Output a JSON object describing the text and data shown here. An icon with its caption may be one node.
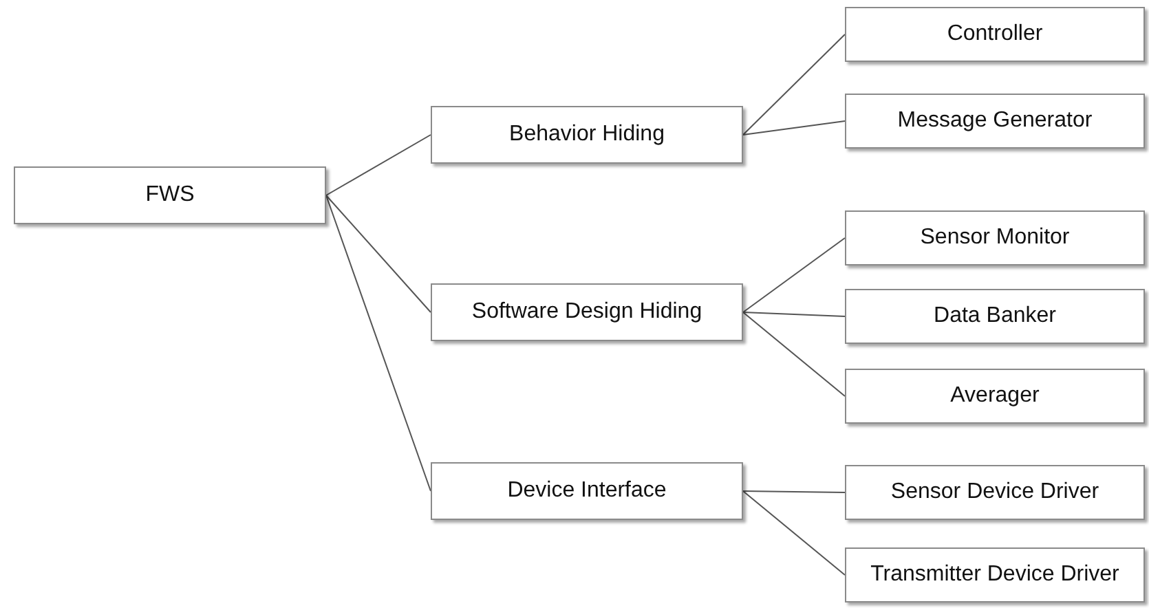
{
  "diagram": {
    "nodes": [
      {
        "text": [
          "FWS"
        ]
      },
      {
        "text": [
          "Behavior Hiding"
        ]
      },
      {
        "text": [
          "Software Design Hiding"
        ]
      },
      {
        "text": [
          "Device Interface"
        ]
      },
      {
        "text": [
          "Controller"
        ]
      },
      {
        "text": [
          "Message Generator"
        ]
      },
      {
        "text": [
          "Sensor Monitor"
        ]
      },
      {
        "text": [
          "Data Banker"
        ]
      },
      {
        "text": [
          "Averager"
        ]
      },
      {
        "text": [
          "Sensor Device Driver"
        ]
      },
      {
        "text": [
          "Transmitter Device Driver"
        ]
      }
    ],
    "edges": [
      {
        "from": 0,
        "to": 1,
        "arrow": "none"
      },
      {
        "from": 0,
        "to": 2,
        "arrow": "none"
      },
      {
        "from": 0,
        "to": 3,
        "arrow": "none"
      },
      {
        "from": 1,
        "to": 4,
        "arrow": "none"
      },
      {
        "from": 1,
        "to": 5,
        "arrow": "none"
      },
      {
        "from": 2,
        "to": 6,
        "arrow": "none"
      },
      {
        "from": 2,
        "to": 7,
        "arrow": "none"
      },
      {
        "from": 2,
        "to": 8,
        "arrow": "none"
      },
      {
        "from": 3,
        "to": 9,
        "arrow": "none"
      },
      {
        "from": 3,
        "to": 10,
        "arrow": "none"
      }
    ]
  }
}
